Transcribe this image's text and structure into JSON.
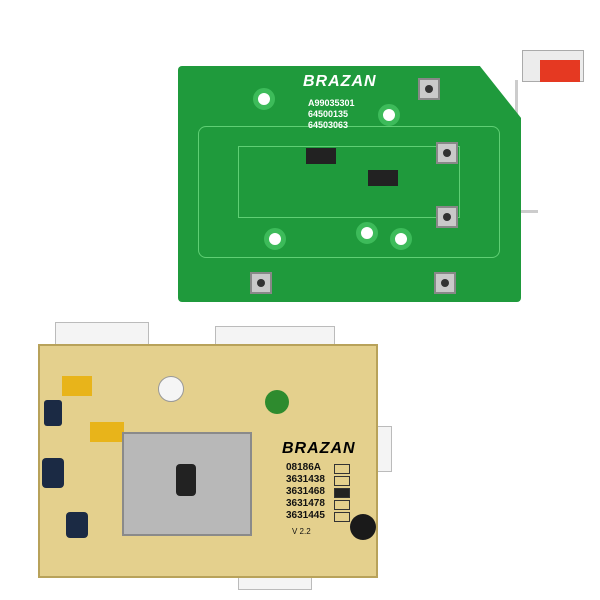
{
  "top_board": {
    "brand": "BRAZAN",
    "codes": [
      "A99035301",
      "64500135",
      "64503063"
    ],
    "color": "#1f9a3c"
  },
  "bottom_board": {
    "brand": "BRAZAN",
    "codes": [
      "08186A",
      "3631438",
      "3631468",
      "3631478",
      "3631445"
    ],
    "selected_code_index": 2,
    "version": "V 2.2",
    "color": "#e4d08d"
  }
}
